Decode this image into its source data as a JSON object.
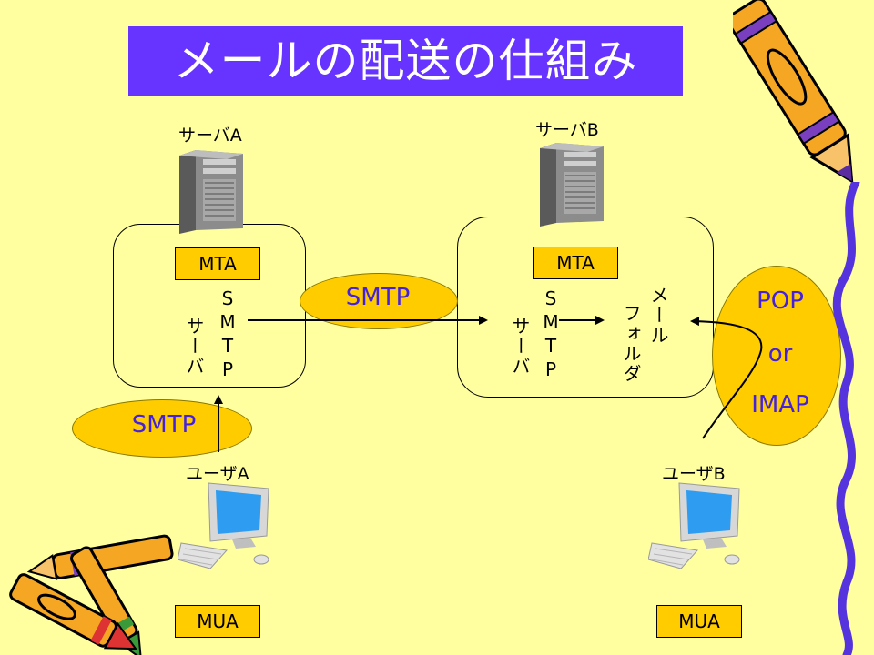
{
  "title": "メールの配送の仕組み",
  "server_a": {
    "label": "サーバA",
    "mta": "MTA",
    "server_word": "サーバ",
    "smtp_vertical": "SMTP"
  },
  "server_b": {
    "label": "サーバB",
    "mta": "MTA",
    "server_word": "サーバ",
    "smtp_vertical": "SMTP",
    "mail_folder": [
      "メール",
      "フォルダ"
    ]
  },
  "protocols": {
    "smtp_between": "SMTP",
    "smtp_upload": "SMTP",
    "retrieval": [
      "POP",
      "or",
      "IMAP"
    ]
  },
  "user_a": {
    "label": "ユーザA",
    "mua": "MUA"
  },
  "user_b": {
    "label": "ユーザB",
    "mua": "MUA"
  },
  "colors": {
    "background": "#ffffa0",
    "title_bg": "#6633ff",
    "accent": "#ffcc00",
    "protocol_text": "#4422dd"
  }
}
